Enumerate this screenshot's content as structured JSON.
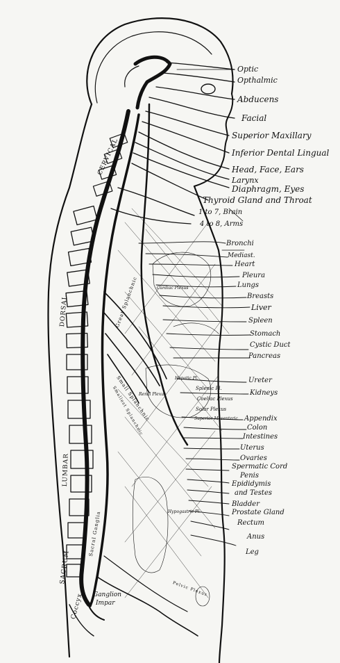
{
  "labels": {
    "optic": "Optic",
    "opthalmic": "Opthalmic",
    "abducens": "Abducens",
    "facial": "Facial",
    "superior_maxillary": "Superior Maxillary",
    "inferior_dental_lingual": "Inferior Dental Lingual",
    "head_face_ears": "Head, Face, Ears",
    "larynx": "Larynx",
    "diaphragm_eyes": "Diaphragm, Eyes",
    "thyroid_throat": "Thyroid Gland and Throat",
    "brain": "1 to 7, Brain",
    "arms": "4 to 8, Arms",
    "bronchi": "Bronchi",
    "mediast": "Mediast.",
    "heart": "Heart",
    "pleura": "Pleura",
    "lungs": "Lungs",
    "breasts": "Breasts",
    "liver": "Liver",
    "spleen": "Spleen",
    "stomach": "Stomach",
    "cystic_duct": "Cystic Duct",
    "pancreas": "Pancreas",
    "ureter": "Ureter",
    "kidneys": "Kidneys",
    "appendix": "Appendix",
    "colon": "Colon",
    "intestines": "Intestines",
    "uterus": "Uterus",
    "ovaries": "Ovaries",
    "spermatic_cord": "Spermatic Cord",
    "penis": "Penis",
    "epididymis": "Epididymis",
    "and_testes": "and Testes",
    "bladder": "Bladder",
    "prostate": "Prostate Gland",
    "rectum": "Rectum",
    "anus": "Anus",
    "leg": "Leg",
    "ganglion": "Ganglion",
    "impar": "Impar",
    "cervical": "CERVICAL",
    "dorsal": "DORSAL",
    "lumbar": "LUMBAR",
    "sacrum": "SACRUM",
    "coccyx": "Coccyx",
    "cardiac_plexus": "Cardiac Plexus",
    "coeliac_plexus": "Coeliac Plexus",
    "solar_plexus": "Solar Plexus",
    "splenic_pl": "Splenic Pl.",
    "hepatic_pl": "Hepatic Pl.",
    "renal_plexus": "Renal Plexus",
    "superior_mesenteric": "Superior Mesenteric",
    "great_splanchnic": "Great Splanchnic",
    "small_splanchnic": "Small Splanchnic",
    "smallest_splanchnic": "Smallest Splanchnic",
    "hypogastric": "Hypogastric Pl.",
    "pelvic_plexus": "Pelvic Plexus",
    "sacral_ganglia": "Sacral Ganglia"
  },
  "colors": {
    "ink": "#111111",
    "paper": "#f6f6f3"
  }
}
